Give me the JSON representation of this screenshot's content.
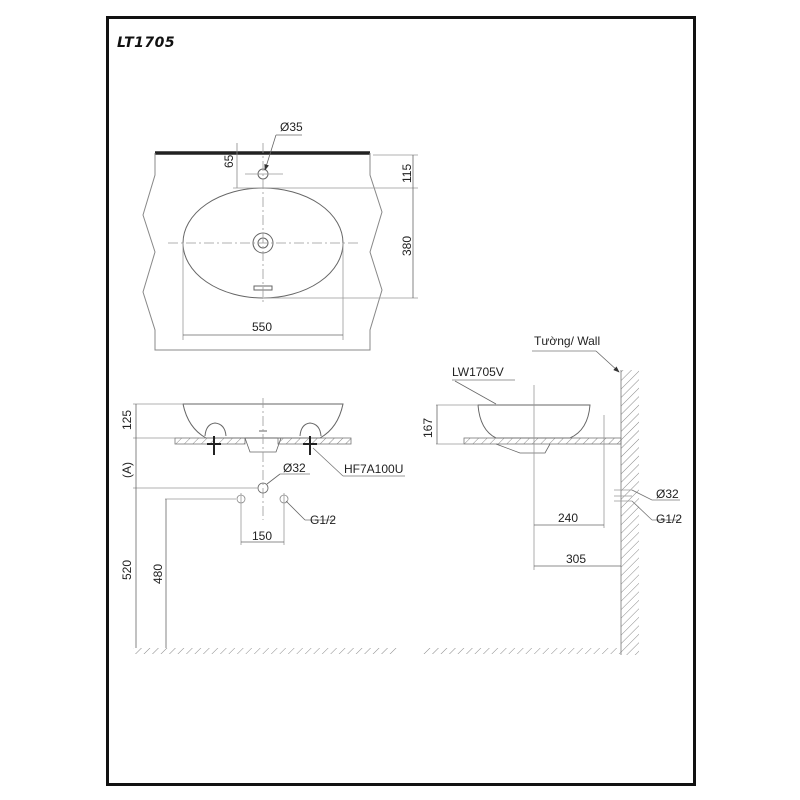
{
  "drawing": {
    "model": "LT1705",
    "colors": {
      "line": "#555555",
      "thin": "#888888",
      "frame": "#111111",
      "countertop": "#222222"
    }
  },
  "top_view": {
    "labels": {
      "faucet_hole": "Ø35",
      "faucet_offset": "65",
      "back_to_basin": "115",
      "basin_depth": "380",
      "basin_width": "550"
    }
  },
  "front_view": {
    "labels": {
      "basin_height": "125",
      "install_height_var": "(A)",
      "drain": "Ø32",
      "bracket_model": "HF7A100U",
      "supply": "G1/2",
      "supply_spacing": "150",
      "drain_height": "520",
      "supply_height": "480"
    }
  },
  "side_view": {
    "labels": {
      "wall": "Tường/ Wall",
      "basin_model": "LW1705V",
      "basin_height": "167",
      "drain": "Ø32",
      "supply": "G1/2",
      "drain_to_wall_a": "240",
      "basin_center_to_wall": "305"
    }
  }
}
